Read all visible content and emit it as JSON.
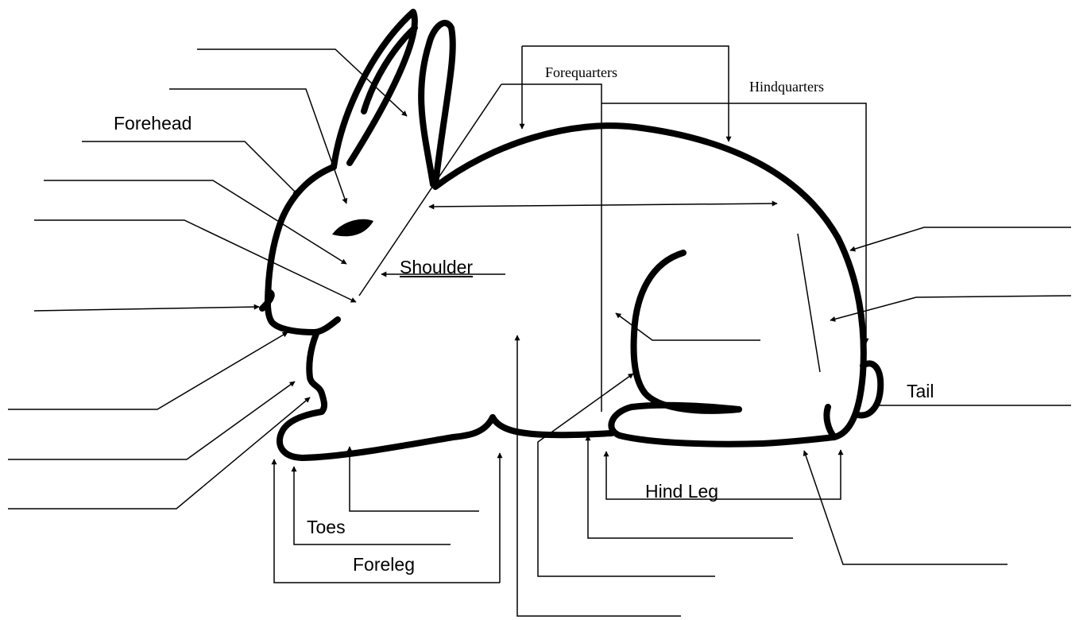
{
  "diagram": {
    "labels": {
      "forehead": "Forehead",
      "shoulder": "Shoulder",
      "forequarters": "Forequarters",
      "hindquarters": "Hindquarters",
      "tail": "Tail",
      "hind_leg": "Hind Leg",
      "toes": "Toes",
      "foreleg": "Foreleg"
    },
    "blank_label_lines": 17,
    "colors": {
      "ink": "#000000",
      "background": "#ffffff"
    }
  }
}
